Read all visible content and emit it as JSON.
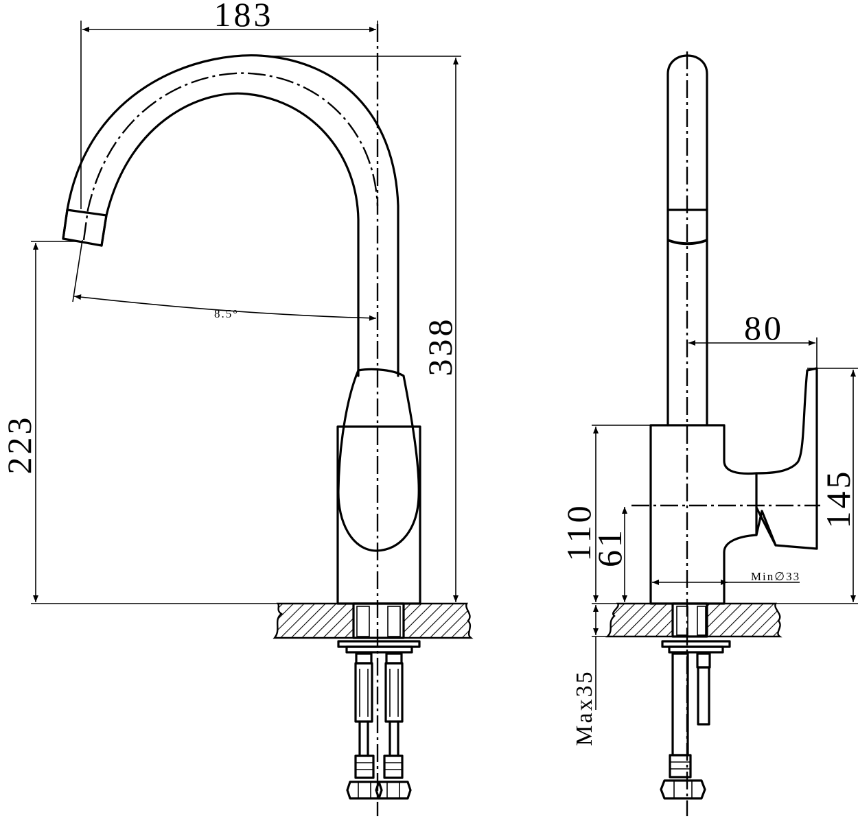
{
  "dimensions": {
    "spout_reach": "183",
    "spout_height": "223",
    "total_height": "338",
    "angle": "8.5°",
    "handle_offset": "80",
    "handle_height": "145",
    "body_height": "110",
    "handle_axis_height": "61",
    "min_hole": "Min∅33",
    "max_thickness": "Max35"
  },
  "colors": {
    "line": "#000000",
    "background": "#ffffff"
  }
}
